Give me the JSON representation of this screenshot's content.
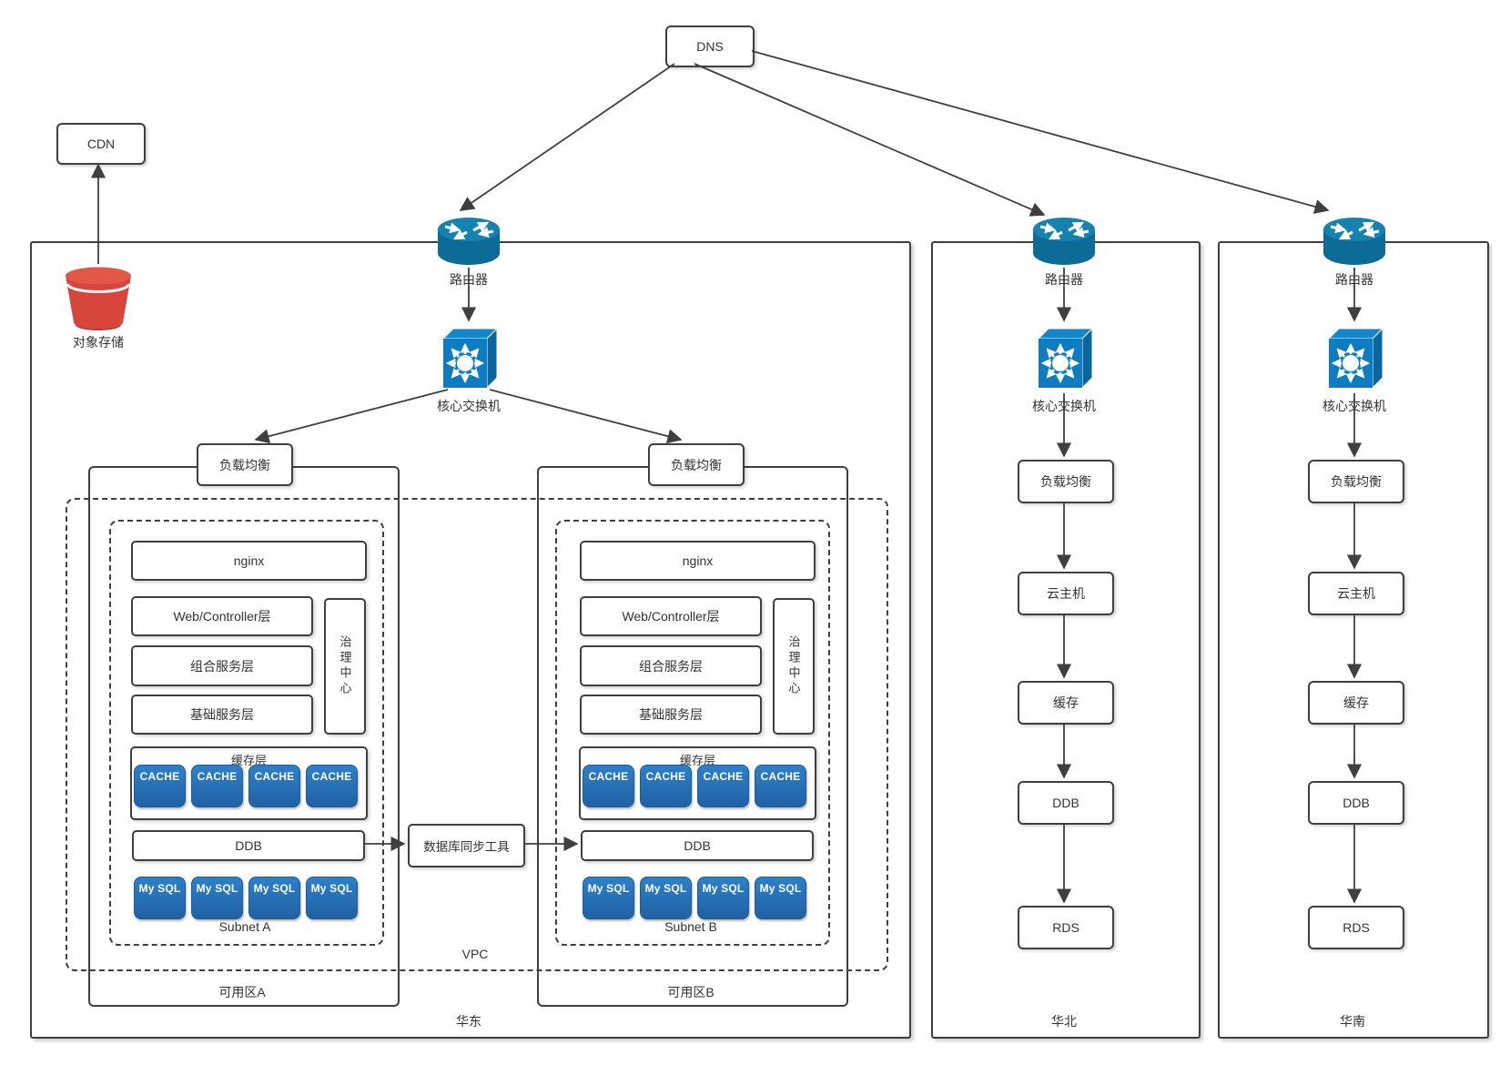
{
  "nodes": {
    "dns": "DNS",
    "cdn": "CDN",
    "object_storage": "对象存储",
    "router": "路由器",
    "core_switch": "核心交换机",
    "load_balancer": "负载均衡",
    "sync_tool": "数据库同步工具",
    "vpc": "VPC"
  },
  "east": {
    "label": "华东",
    "zone_a": {
      "label": "可用区A",
      "subnet_label": "Subnet A"
    },
    "zone_b": {
      "label": "可用区B",
      "subnet_label": "Subnet B"
    },
    "layers": {
      "nginx": "nginx",
      "web": "Web/Controller层",
      "composite": "组合服务层",
      "base": "基础服务层",
      "governance": "治理中心",
      "cache_layer": "缓存层",
      "ddb": "DDB"
    },
    "cache_chip": "CACHE",
    "mysql_chip": "My SQL"
  },
  "north": {
    "label": "华北",
    "stack": [
      "负载均衡",
      "云主机",
      "缓存",
      "DDB",
      "RDS"
    ]
  },
  "south": {
    "label": "华南",
    "stack": [
      "负载均衡",
      "云主机",
      "缓存",
      "DDB",
      "RDS"
    ]
  },
  "colors": {
    "shape_border": "#3f3f3f",
    "chip_blue_top": "#2d80c8",
    "chip_blue_bottom": "#2061a4",
    "router_blue": "#0e6e9c",
    "switch_blue": "#0e7cc0",
    "bucket_red": "#d8453a"
  }
}
